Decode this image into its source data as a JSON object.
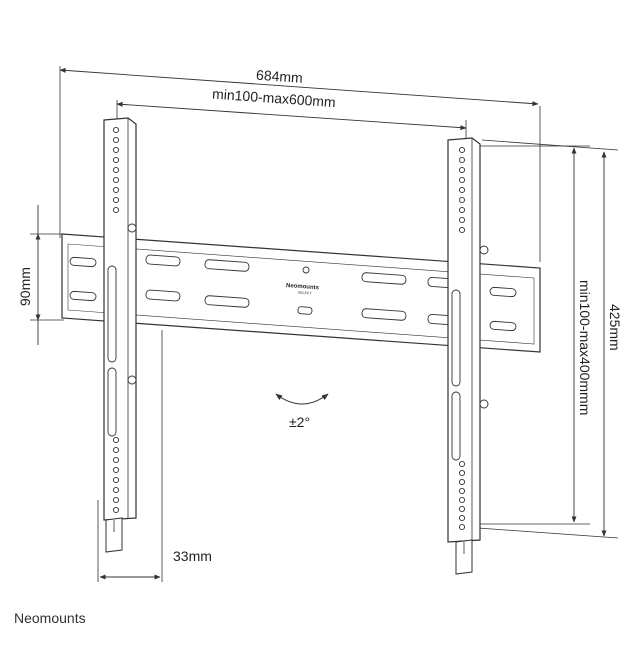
{
  "dimensions": {
    "total_width": "684mm",
    "vesa_width": "min100-max600mm",
    "rail_height": "90mm",
    "vesa_height": "min100-max400mmm",
    "total_height": "425mm",
    "wall_distance": "33mm",
    "tilt": "±2°"
  },
  "wall_plate_brand": {
    "name": "Neomounts",
    "sub": "SELECT"
  },
  "footer_brand": "Neomounts",
  "colors": {
    "line": "#333333",
    "fill": "#ffffff"
  }
}
